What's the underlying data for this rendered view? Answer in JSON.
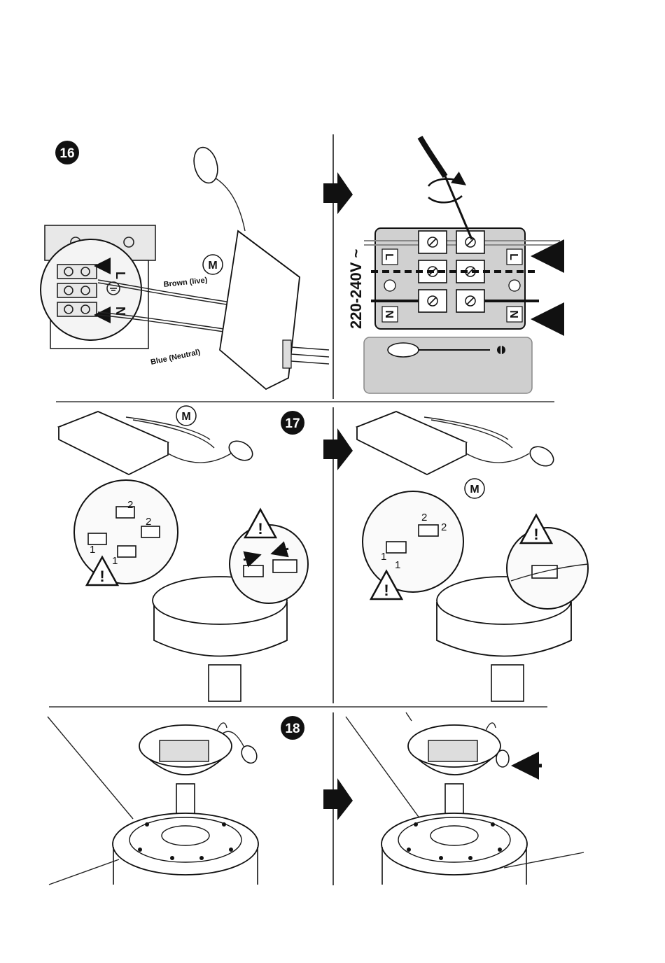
{
  "steps": {
    "step16": {
      "number": "16"
    },
    "step17": {
      "number": "17"
    },
    "step18": {
      "number": "18"
    }
  },
  "labels": {
    "brown_live": "Brown (live)",
    "blue_neutral": "Blue (Neutral)",
    "motor_marker": "M",
    "voltage": "220-240V ~",
    "terminal_live": "L",
    "terminal_neutral": "N",
    "warning_symbol": "!",
    "connector_1": "1",
    "connector_2": "2"
  },
  "colors": {
    "badge_fill": "#111111",
    "panel_grey": "#d0d0d0",
    "ink": "#111111"
  }
}
